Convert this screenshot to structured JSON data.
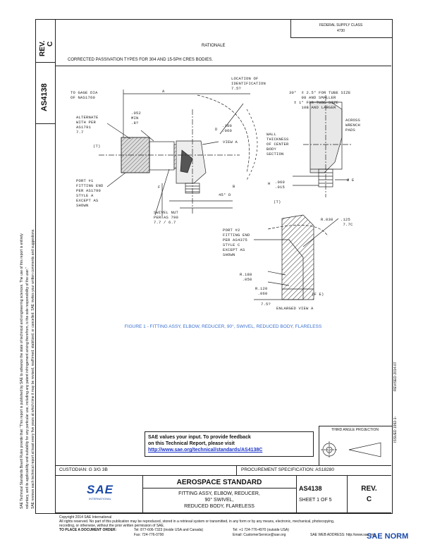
{
  "header": {
    "federal_class": "FEDERAL SUPPLY CLASS",
    "fsc_code": "4730"
  },
  "side": {
    "rev_label": "REV.",
    "rev_value": "C",
    "doc_number": "AS4138",
    "issued": "ISSUED 1992-1-",
    "revised": "REVISED 2014-07",
    "legal_line1": "SAE Technical Standards Board Rules provide that: \"This report is published by SAE to advance the state of technical and engineering sciences. The use of this report is entirely",
    "legal_line2": "voluntary, and its applicability and suitability for any particular use, including any patent infringement arising therefrom, is the sole responsibility of the user.\"",
    "legal_line3": "SAE reviews each technical report at least every five years at which time it may be revised, reaffirmed, stabilized, or cancelled. SAE invites your written comments and suggestions."
  },
  "rationale": {
    "heading": "RATIONALE",
    "text": "CORRECTED PASSIVATION TYPES FOR 304 AND 15-5PH CRES BODIES."
  },
  "drawing_labels": {
    "to_gage": "TO GAGE DIA\nOF NAS1760",
    "a": "A",
    "location": "LOCATION OF\nIDENTIFICATION\n7.5?",
    "d30": "30°  ± 2.5° FOR TUBE SIZE\n     08 AND SMALLER\n  ± 1° FOR TUBE SIZE\n     10B AND LARGER",
    "alternate": "ALTERNATE\nWITH PER\nAS1791\n7.7",
    "min052": ".052\nMIN\n.8?",
    "t": "(T)",
    "d1": "D",
    "d1v": ".180\n.060",
    "view_a": "VIEW A",
    "wall": "WALL\nTHICKNESS\nOF CENTER\nBODY\nSECTION",
    "across": "ACROSS\nWRENCH\nPADS",
    "port1": "PORT #1\nFITTING END\nPER AS1790\nSTYLE A\nEXCEPT AS\nSHOWN",
    "f": "F",
    "b": "B",
    "ref45": "45° D",
    "hdim": "H",
    "hval": ".060\n.015",
    "e": "Ø E",
    "tt": "(T)",
    "swivel": "SWIVEL NUT\nPER AS 790\n7.7 / 6.7",
    "radius": "R.030 - .125\n         7.7C",
    "port2": "PORT #2\nFITTING END\nPER AS4375\nSTYLE C\nEXCEPT AS\nSHOWN",
    "r1": "R.188\n .050",
    "r2": "R.120\n .060",
    "fe": "(F E)",
    "five": "7.5?",
    "enlarged": "ENLARGED VIEW A"
  },
  "figure_caption": "FIGURE 1 - FITTING ASSY, ELBOW, REDUCER, 90°, SWIVEL, REDUCED BODY, FLARELESS",
  "third_angle": "THIRD ANGLE PROJECTION",
  "feedback": {
    "line1": "SAE values your input. To provide feedback",
    "line2": "on this Technical Report, please visit",
    "link": "http://www.sae.org/technical/standards/AS4138C"
  },
  "custodian": "CUSTODIAN: G 3/G 3B",
  "procurement": "PROCUREMENT SPECIFICATION: AS18280",
  "title_block": {
    "logo": "SAE",
    "logo_sub": "INTERNATIONAL",
    "standard": "AEROSPACE STANDARD",
    "title1": "FITTING ASSY, ELBOW, REDUCER,",
    "title2": "90° SWIVEL,",
    "title3": "REDUCED BODY, FLARELESS",
    "doc_number": "AS4138",
    "sheet": "SHEET 1 OF 5",
    "rev_label": "REV.",
    "rev_value": "C"
  },
  "footer": {
    "copyright": "Copyright 2014 SAE International",
    "rights": "All rights reserved. No part of this publication may be reproduced, stored in a retrieval system or transmitted, in any form or by any means, electronic, mechanical, photocopying,",
    "rights2": "recording, or otherwise, without the prior written permission of SAE.",
    "order_label": "TO PLACE A DOCUMENT ORDER:",
    "tel": "Tel:  877-606-7323 (inside USA and Canada)",
    "tel2": "Tel:  +1 724-776-4970 (outside USA)",
    "fax": "Fax:  724-776-0790",
    "email": "Email: CustomerService@sae.org",
    "web": "SAE WEB ADDRESS: http://www.sae.org",
    "watermark": "SAE NORM"
  }
}
